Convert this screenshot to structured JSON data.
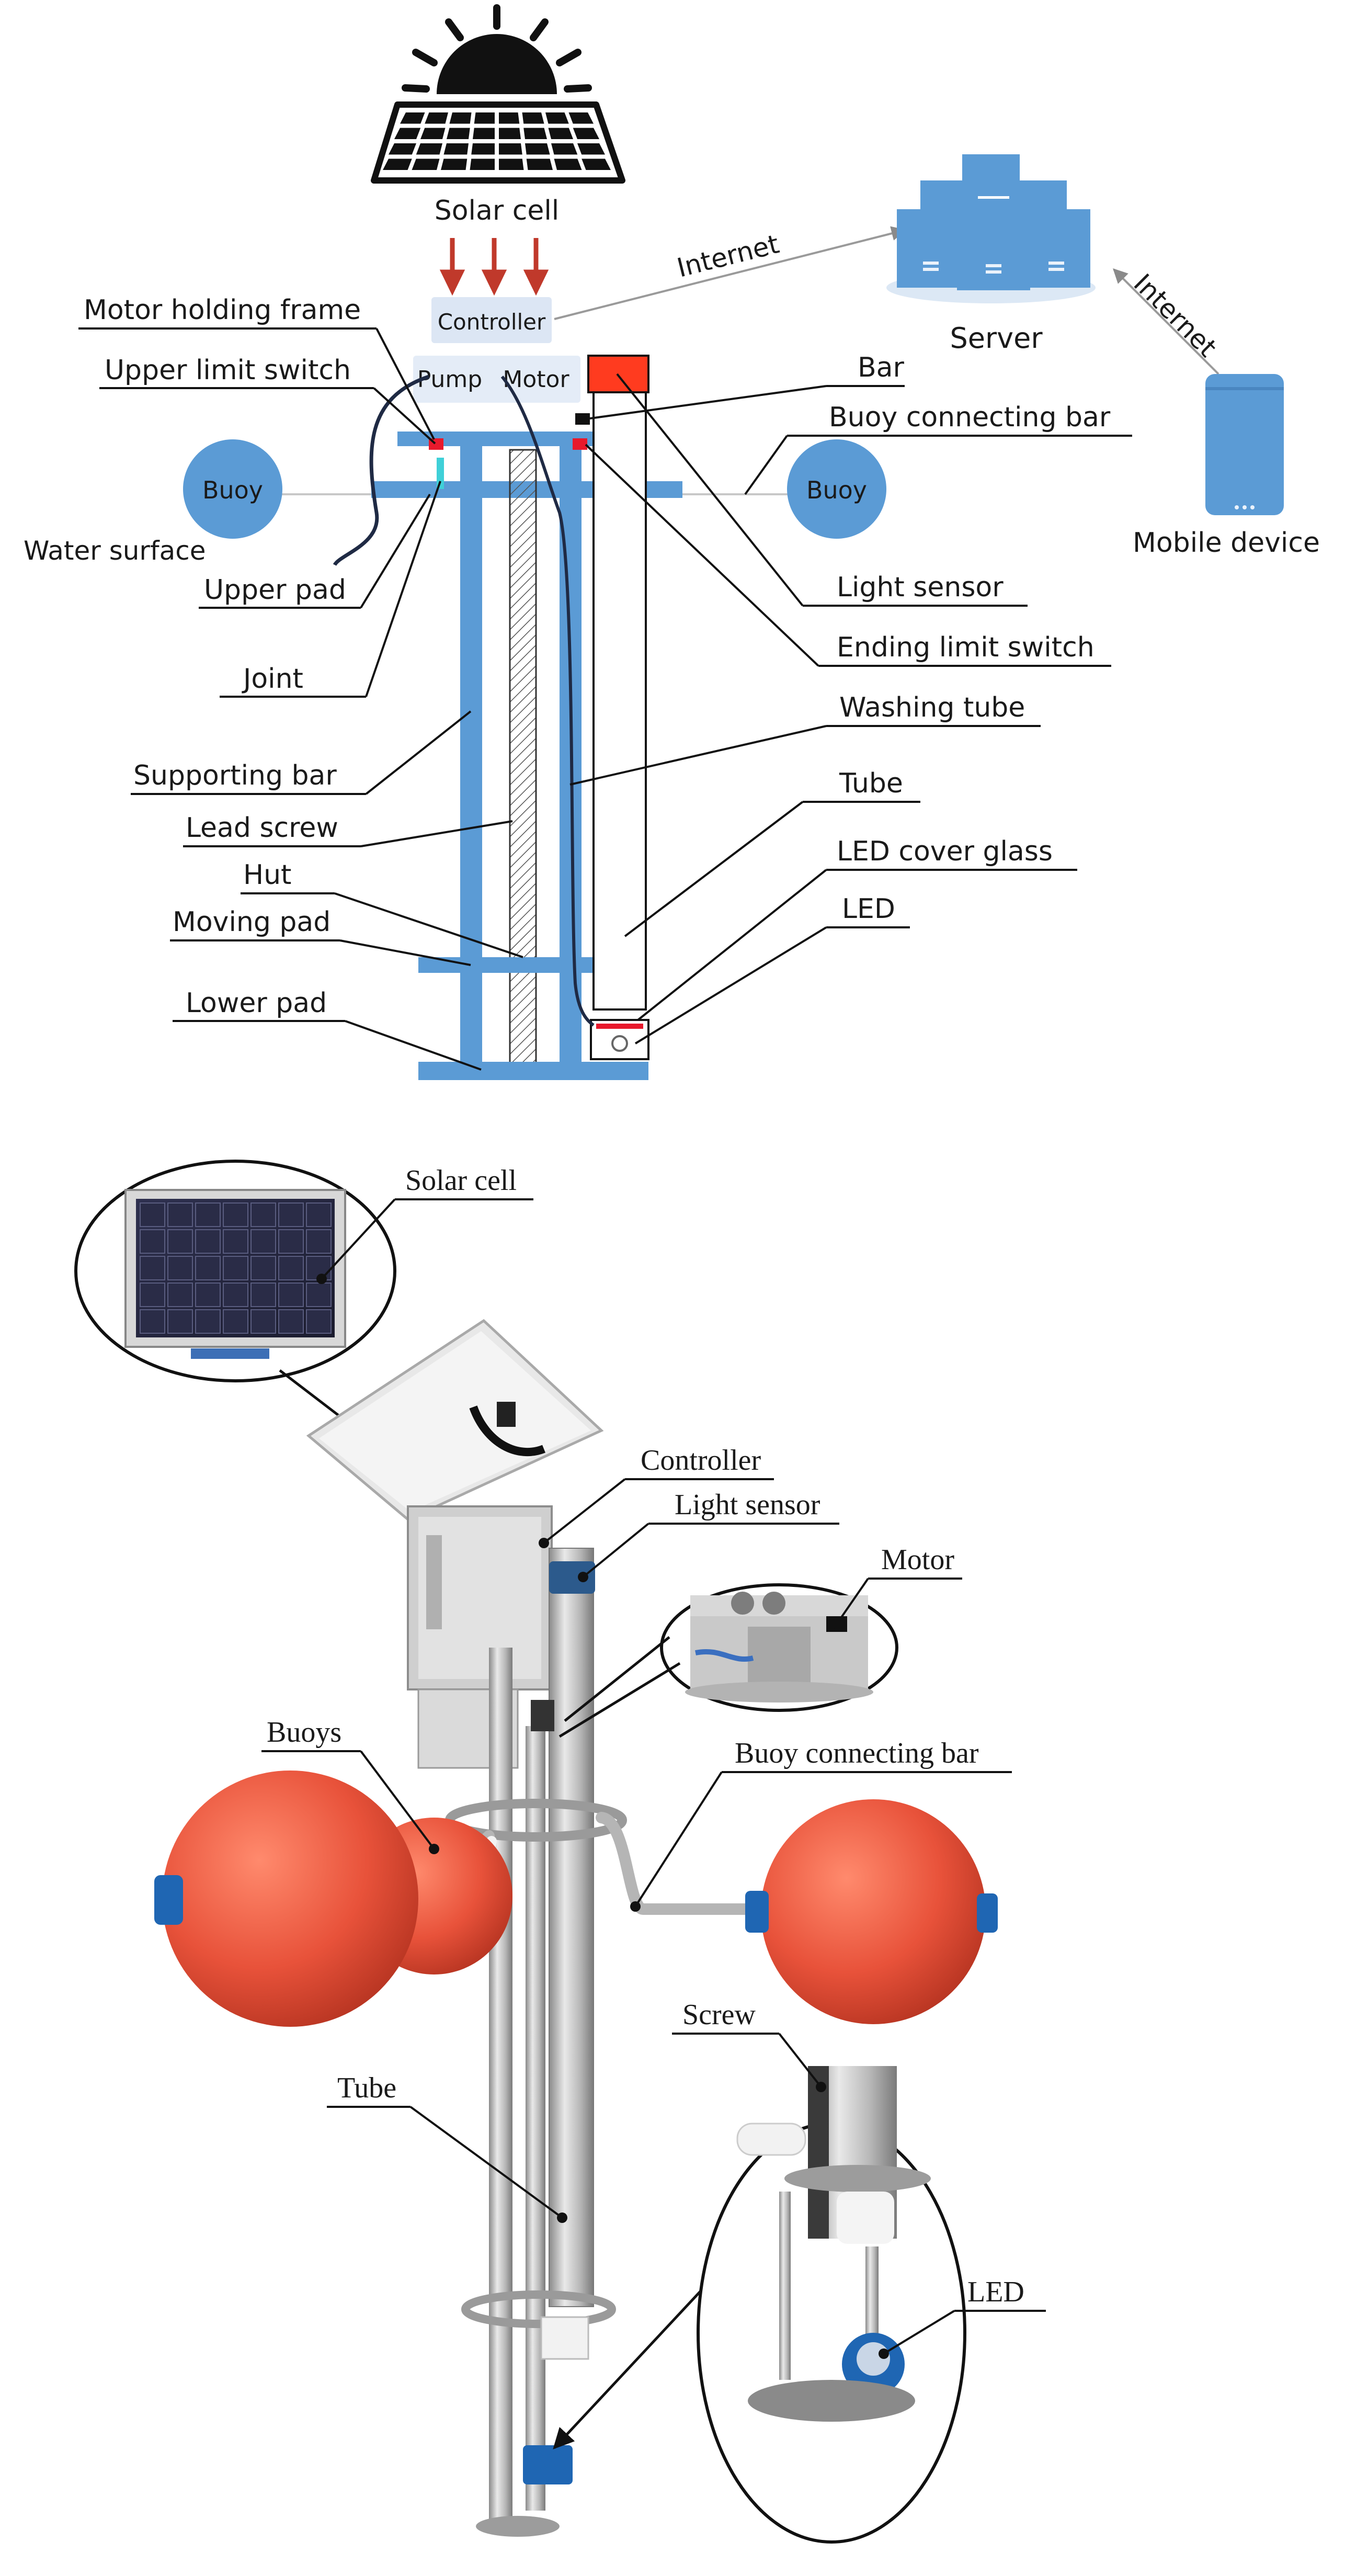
{
  "schematic": {
    "solar_cell": "Solar cell",
    "controller": "Controller",
    "pump": "Pump",
    "motor": "Motor",
    "internet_1": "Internet",
    "internet_2": "Internet",
    "server": "Server",
    "mobile_device": "Mobile device",
    "buoy_left": "Buoy",
    "buoy_right": "Buoy",
    "labels_left": {
      "motor_holding_frame": "Motor holding frame",
      "upper_limit_switch": "Upper limit switch",
      "water_surface": "Water surface",
      "upper_pad": "Upper pad",
      "joint": "Joint",
      "supporting_bar": "Supporting bar",
      "lead_screw": "Lead screw",
      "hut": "Hut",
      "moving_pad": "Moving pad",
      "lower_pad": "Lower pad"
    },
    "labels_right": {
      "bar": "Bar",
      "buoy_connecting_bar": "Buoy connecting bar",
      "light_sensor": "Light sensor",
      "ending_limit_switch": "Ending limit switch",
      "washing_tube": "Washing tube",
      "tube": "Tube",
      "led_cover_glass": "LED cover glass",
      "led": "LED"
    }
  },
  "photo": {
    "solar_cell": "Solar cell",
    "controller": "Controller",
    "light_sensor": "Light sensor",
    "motor": "Motor",
    "buoys": "Buoys",
    "buoy_connecting_bar": "Buoy connecting bar",
    "screw": "Screw",
    "tube": "Tube",
    "led": "LED"
  },
  "colors": {
    "blue": "#5b9bd5",
    "buoy_orange": "#e8523a",
    "red_arrow": "#c0392b",
    "sensor_red": "#ff3b1f",
    "limit_switch": "#e8192c",
    "text": "#1a1a1a"
  }
}
